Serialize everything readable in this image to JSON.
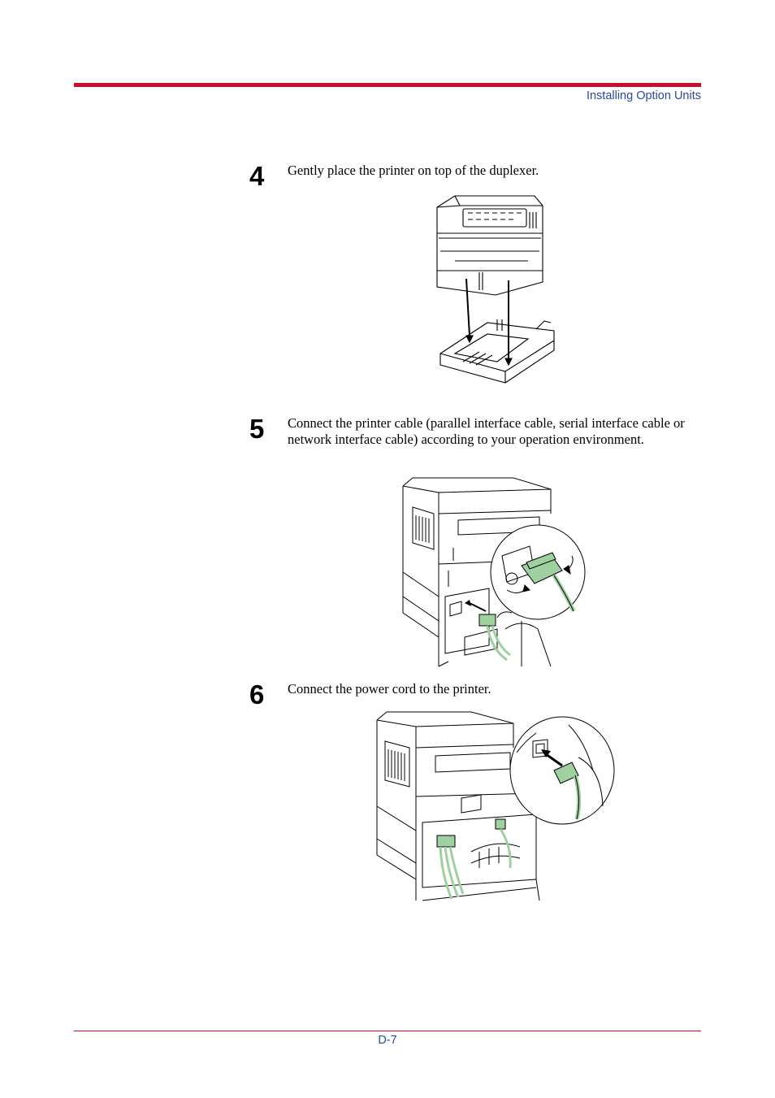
{
  "header": {
    "section_title": "Installing Option Units"
  },
  "steps": [
    {
      "number": "4",
      "text": "Gently place the printer on top of the duplexer."
    },
    {
      "number": "5",
      "text": "Connect the printer cable (parallel interface cable, serial interface cable or network interface cable) according to your operation environment."
    },
    {
      "number": "6",
      "text": "Connect the power cord to the printer."
    }
  ],
  "footer": {
    "page_number": "D-7"
  },
  "colors": {
    "rule": "#c8102e",
    "header_text": "#2b4a9a",
    "cable_green": "#9fd0a0"
  }
}
